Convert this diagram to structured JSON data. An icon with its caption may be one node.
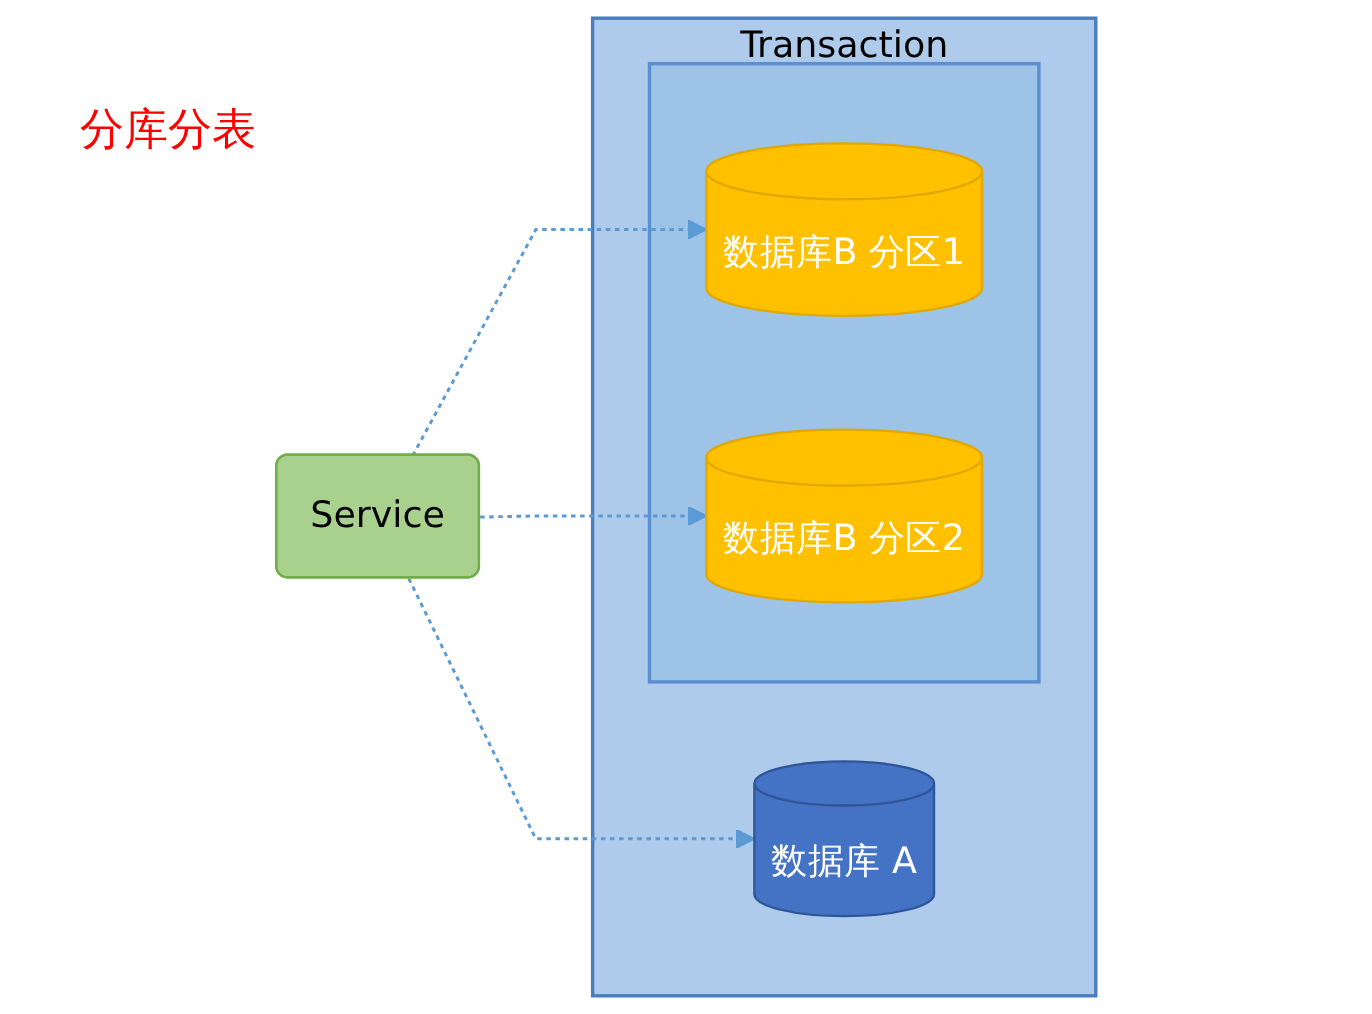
{
  "diagram": {
    "title": "分库分表",
    "nodes": [
      {
        "text": [
          "Transaction"
        ]
      },
      {
        "text": [
          "数据库 A"
        ],
        "in": 0
      },
      {
        "text": [],
        "shape": "box",
        "in": 0
      },
      {
        "text": [
          "数据库B 分区1"
        ],
        "in": 2
      },
      {
        "text": [
          "数据库B 分区2"
        ],
        "in": 2
      },
      {
        "text": [
          "Service"
        ]
      }
    ],
    "edges": [
      {
        "from": 5,
        "to": 1,
        "arrow": "to",
        "style": "dashed"
      },
      {
        "from": 5,
        "to": 3,
        "arrow": "to",
        "style": "dashed"
      },
      {
        "from": 5,
        "to": 4,
        "arrow": "to",
        "style": "dashed"
      }
    ]
  }
}
